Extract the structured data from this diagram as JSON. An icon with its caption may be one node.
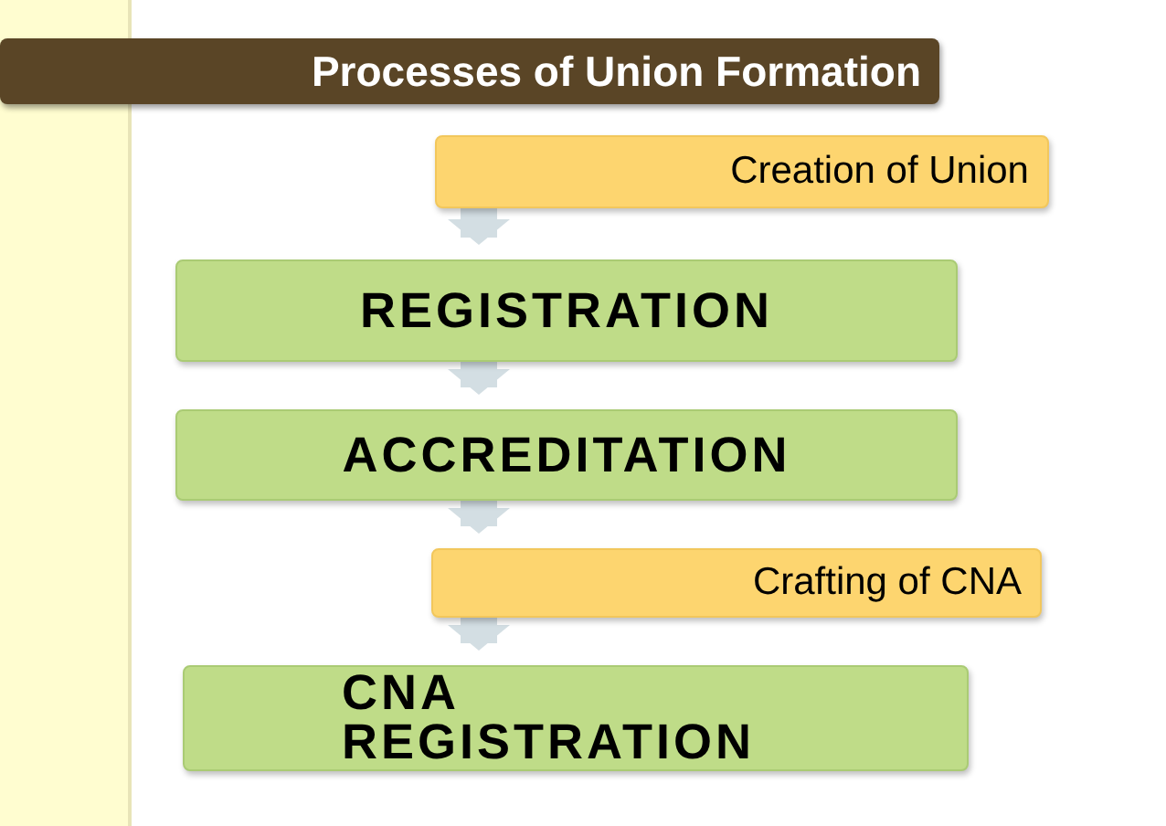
{
  "diagram": {
    "title": "Processes of Union Formation",
    "nodes": [
      {
        "text": [
          "Creation of Union"
        ]
      },
      {
        "text": [
          "REGISTRATION"
        ]
      },
      {
        "text": [
          "ACCREDITATION"
        ]
      },
      {
        "text": [
          "Crafting of CNA"
        ]
      },
      {
        "text": [
          "CNA REGISTRATION"
        ]
      }
    ],
    "edges": [
      {
        "from": 0,
        "to": 1,
        "arrow": "to"
      },
      {
        "from": 1,
        "to": 2,
        "arrow": "to"
      },
      {
        "from": 2,
        "to": 3,
        "arrow": "to"
      },
      {
        "from": 3,
        "to": 4,
        "arrow": "to"
      }
    ]
  }
}
